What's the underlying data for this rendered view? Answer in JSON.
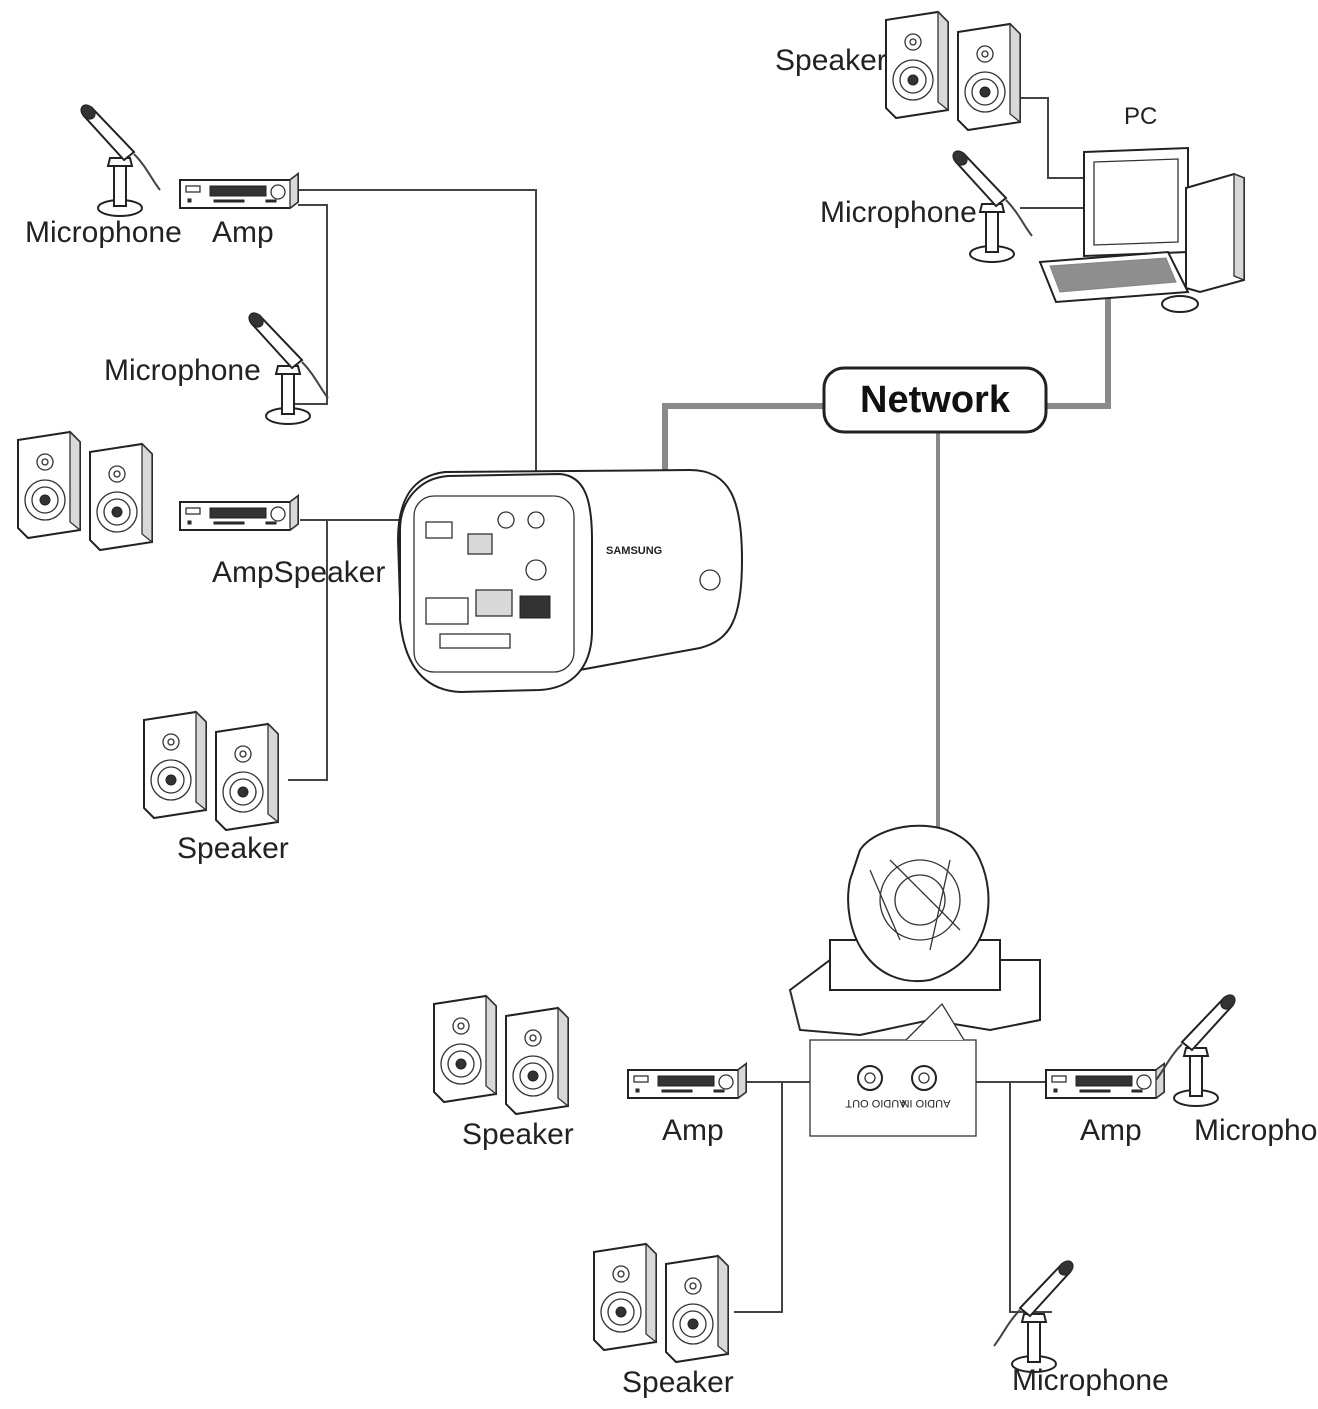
{
  "network": {
    "label": "Network"
  },
  "pc": {
    "label": "PC"
  },
  "camera": {
    "brand": "SAMSUNG"
  },
  "dome": {
    "port_out_label": "AUDIO OUT",
    "port_in_label": "AUDIO IN"
  },
  "labels": {
    "tl_microphone": "Microphone",
    "tl_amp": "Amp",
    "l_microphone": "Microphone",
    "l_ampspeaker": "AmpSpeaker",
    "l_speaker": "Speaker",
    "pc_speaker": "Speaker",
    "pc_microphone": "Microphone",
    "b_speaker_left": "Speaker",
    "b_amp_left": "Amp",
    "b_amp_right": "Amp",
    "b_microphone_right": "Microphone",
    "b_speaker_bottom": "Speaker",
    "b_microphone_bottom": "Microphone"
  },
  "icons": [
    "microphone-icon",
    "amplifier-icon",
    "speaker-icon",
    "pc-icon",
    "box-camera-icon",
    "dome-camera-icon"
  ]
}
